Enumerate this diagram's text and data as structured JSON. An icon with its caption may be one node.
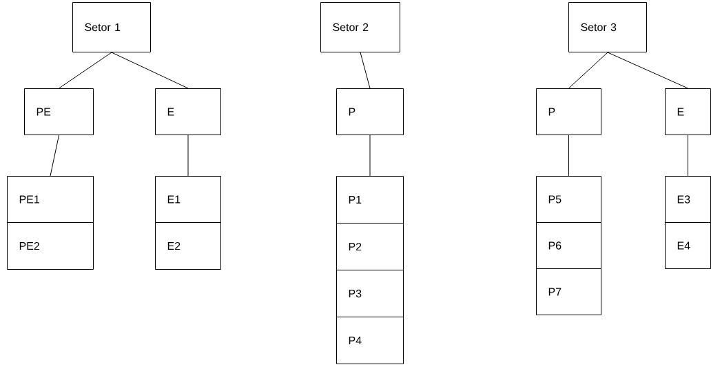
{
  "diagram": {
    "nodes": [
      {
        "text": [
          "Setor 1"
        ]
      },
      {
        "text": [
          "PE"
        ]
      },
      {
        "text": [
          "E"
        ]
      },
      {
        "text": [
          "PE1"
        ]
      },
      {
        "text": [
          "PE2"
        ]
      },
      {
        "text": [
          "E1"
        ]
      },
      {
        "text": [
          "E2"
        ]
      },
      {
        "text": [
          "Setor 2"
        ]
      },
      {
        "text": [
          "P"
        ]
      },
      {
        "text": [
          "P1"
        ]
      },
      {
        "text": [
          "P2"
        ]
      },
      {
        "text": [
          "P3"
        ]
      },
      {
        "text": [
          "P4"
        ]
      },
      {
        "text": [
          "Setor 3"
        ]
      },
      {
        "text": [
          "P"
        ]
      },
      {
        "text": [
          "E"
        ]
      },
      {
        "text": [
          "P5"
        ]
      },
      {
        "text": [
          "P6"
        ]
      },
      {
        "text": [
          "P7"
        ]
      },
      {
        "text": [
          "E3"
        ]
      },
      {
        "text": [
          "E4"
        ]
      }
    ],
    "edges": [
      {
        "from": 0,
        "to": 1,
        "arrow": "none"
      },
      {
        "from": 0,
        "to": 2,
        "arrow": "none"
      },
      {
        "from": 1,
        "to": 3,
        "arrow": "none"
      },
      {
        "from": 2,
        "to": 5,
        "arrow": "none"
      },
      {
        "from": 7,
        "to": 8,
        "arrow": "none"
      },
      {
        "from": 8,
        "to": 9,
        "arrow": "none"
      },
      {
        "from": 13,
        "to": 14,
        "arrow": "none"
      },
      {
        "from": 13,
        "to": 15,
        "arrow": "none"
      },
      {
        "from": 14,
        "to": 16,
        "arrow": "none"
      },
      {
        "from": 15,
        "to": 19,
        "arrow": "none"
      }
    ]
  }
}
